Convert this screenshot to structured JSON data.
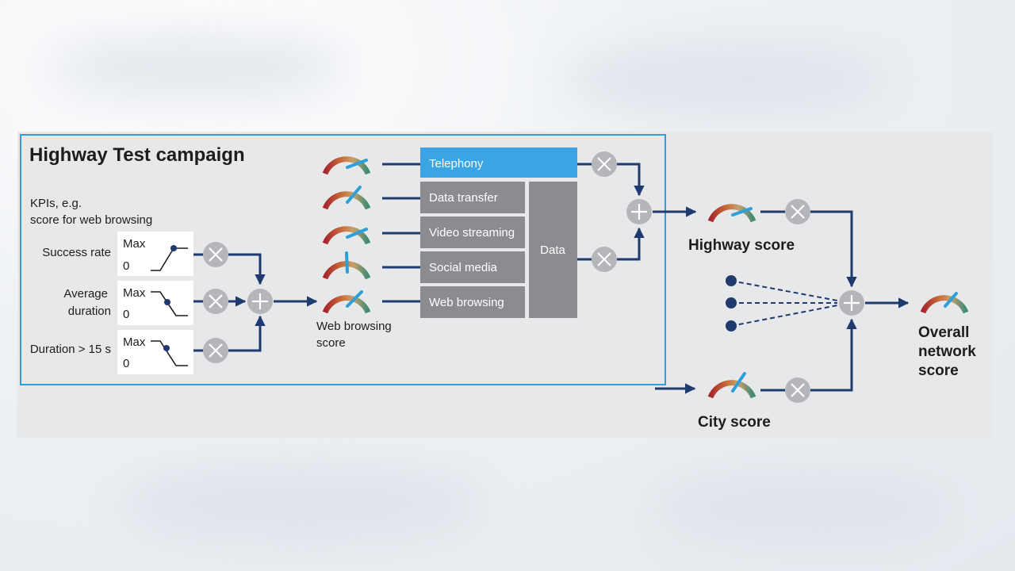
{
  "campaign": {
    "title": "Highway Test campaign"
  },
  "kpi": {
    "intro_line1": "KPIs, e.g.",
    "intro_line2": "score for web browsing",
    "rows": [
      {
        "label_lines": [
          "Success rate"
        ],
        "max": "Max",
        "min": "0",
        "curve": "rising"
      },
      {
        "label_lines": [
          "Average",
          "duration"
        ],
        "max": "Max",
        "min": "0",
        "curve": "falling"
      },
      {
        "label_lines": [
          "Duration > 15 s"
        ],
        "max": "Max",
        "min": "0",
        "curve": "falling"
      }
    ]
  },
  "web_browsing_score": {
    "line1": "Web browsing",
    "line2": "score"
  },
  "services": {
    "telephony": "Telephony",
    "data_group": "Data",
    "data_items": [
      "Data transfer",
      "Video streaming",
      "Social media",
      "Web browsing"
    ]
  },
  "scores": {
    "highway": "Highway score",
    "city": "City score",
    "overall_line1": "Overall",
    "overall_line2": "network",
    "overall_line3": "score"
  },
  "colors": {
    "frame": "#2e9fd9",
    "arrow": "#1f3a6e",
    "telephony_box": "#3aa4e4",
    "data_box": "#8a8c8f",
    "operator": "#b4b6b9",
    "needle": "#2e9fd9"
  },
  "icons": [
    "gauge-icon",
    "multiply-icon",
    "plus-icon",
    "step-curve-icon",
    "dot-icon"
  ]
}
